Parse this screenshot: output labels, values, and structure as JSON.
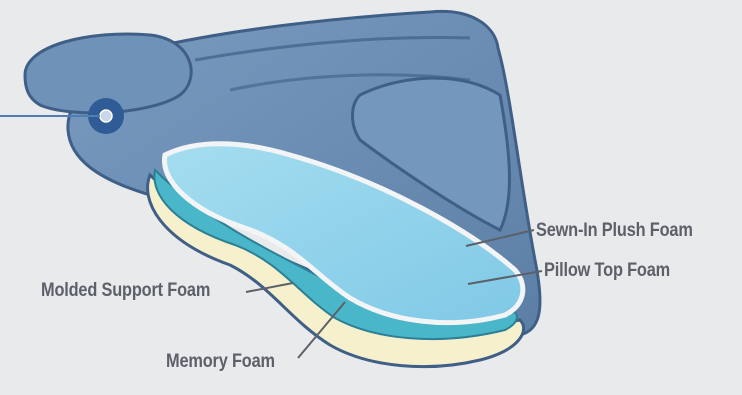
{
  "labels": {
    "sewn_in_plush_foam": "Sewn-In Plush Foam",
    "pillow_top_foam": "Pillow Top Foam",
    "molded_support_foam": "Molded Support Foam",
    "memory_foam": "Memory Foam"
  },
  "colors": {
    "background": "#e9eaec",
    "shell": "#6b8db3",
    "shell_dark": "#3f5f86",
    "memory_foam": "#f6f1cc",
    "molded_support_foam": "#4ab6c9",
    "pillow_top_foam": "#8ed2ea",
    "plush_edge": "#f2f4f6",
    "leader": "#5c6069",
    "callout_dot": "#2f5c96"
  }
}
